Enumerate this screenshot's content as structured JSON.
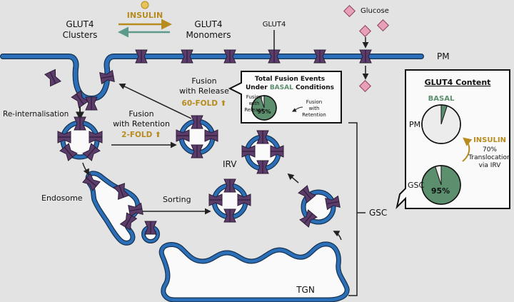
{
  "colors": {
    "background": "#e3e3e3",
    "membrane_blue": "#2a6fb8",
    "membrane_dark": "#17324f",
    "glut4_purple": "#5c3c6a",
    "glut4_dark": "#2e1d36",
    "gold": "#b78b1d",
    "green": "#5b8f6d",
    "teal_arrow": "#5e9a8c",
    "glucose_pink": "#e7a0b8",
    "white": "#fafafa"
  },
  "labels": {
    "clusters_line1": "GLUT4",
    "clusters_line2": "Clusters",
    "insulin_top": "INSULIN",
    "monomers_line1": "GLUT4",
    "monomers_line2": "Monomers",
    "glut4_pointer": "GLUT4",
    "glucose": "Glucose",
    "pm": "PM",
    "reinternalisation": "Re-internalisation",
    "fusion_retention_1": "Fusion",
    "fusion_retention_2": "with Retention",
    "fold_2": "2-FOLD",
    "fusion_release_1": "Fusion",
    "fusion_release_2": "with Release",
    "fold_60": "60-FOLD",
    "irv": "IRV",
    "endosome": "Endosome",
    "sorting": "Sorting",
    "tgn": "TGN",
    "gsc": "GSC"
  },
  "basal_box": {
    "title_1": "Total Fusion Events",
    "title_2a": "Under",
    "title_2b": "BASAL",
    "title_2c": "Conditions",
    "release_1": "Fusion",
    "release_2": "with",
    "release_3": "Release",
    "retention_1": "Fusion",
    "retention_2": "with",
    "retention_3": "Retention",
    "pct": "95%"
  },
  "content_box": {
    "title": "GLUT4 Content",
    "basal": "BASAL",
    "pm": "PM",
    "gsc": "GSC",
    "pct": "95%",
    "insulin": "INSULIN",
    "pct_70": "70%",
    "translocation": "Translocation",
    "via_irv": "via IRV",
    "pm_pie_fraction": 0.05,
    "gsc_pie_fraction": 0.95
  },
  "basal_pie_fraction": 0.95
}
